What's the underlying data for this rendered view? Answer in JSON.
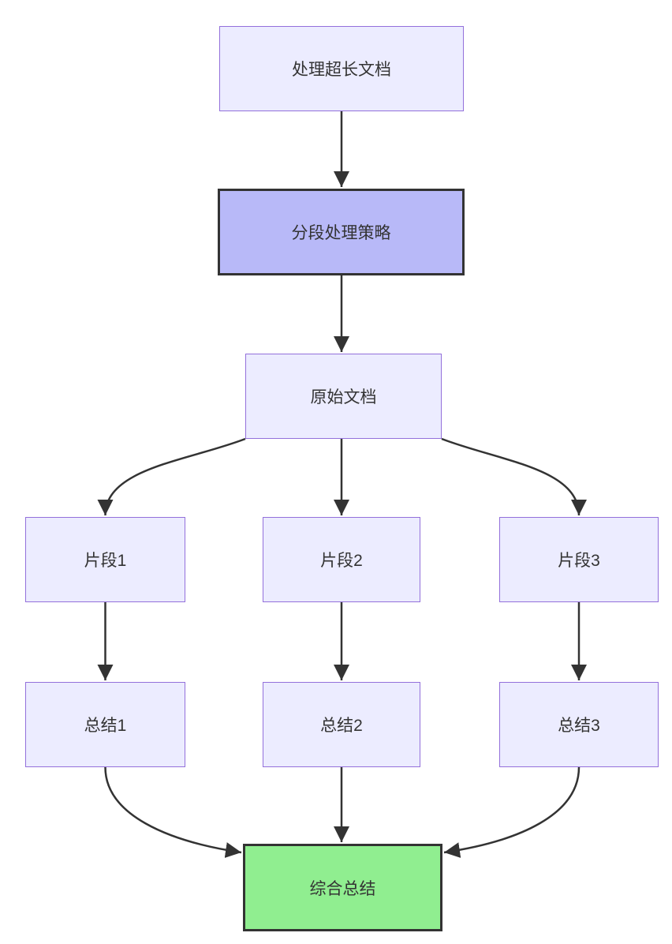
{
  "diagram": {
    "type": "flowchart",
    "direction": "top-down",
    "nodes": [
      {
        "id": "A",
        "label": "处理超长文档",
        "style": "default"
      },
      {
        "id": "B",
        "label": "分段处理策略",
        "style": "highlight-purple"
      },
      {
        "id": "C",
        "label": "原始文档",
        "style": "default"
      },
      {
        "id": "D1",
        "label": "片段1",
        "style": "default"
      },
      {
        "id": "D2",
        "label": "片段2",
        "style": "default"
      },
      {
        "id": "D3",
        "label": "片段3",
        "style": "default"
      },
      {
        "id": "E1",
        "label": "总结1",
        "style": "default"
      },
      {
        "id": "E2",
        "label": "总结2",
        "style": "default"
      },
      {
        "id": "E3",
        "label": "总结3",
        "style": "default"
      },
      {
        "id": "F",
        "label": "综合总结",
        "style": "highlight-green"
      }
    ],
    "edges": [
      {
        "from": "A",
        "to": "B"
      },
      {
        "from": "B",
        "to": "C"
      },
      {
        "from": "C",
        "to": "D1"
      },
      {
        "from": "C",
        "to": "D2"
      },
      {
        "from": "C",
        "to": "D3"
      },
      {
        "from": "D1",
        "to": "E1"
      },
      {
        "from": "D2",
        "to": "E2"
      },
      {
        "from": "D3",
        "to": "E3"
      },
      {
        "from": "E1",
        "to": "F"
      },
      {
        "from": "E2",
        "to": "F"
      },
      {
        "from": "E3",
        "to": "F"
      }
    ],
    "colors": {
      "background": "#FFFFFF",
      "node_fill": "#ECECFF",
      "node_border": "#9370DB",
      "purple_fill": "#B8B9F8",
      "green_fill": "#90EE90",
      "emphasis_border": "#333333",
      "edge_color": "#333333",
      "text_color": "#333333"
    }
  }
}
